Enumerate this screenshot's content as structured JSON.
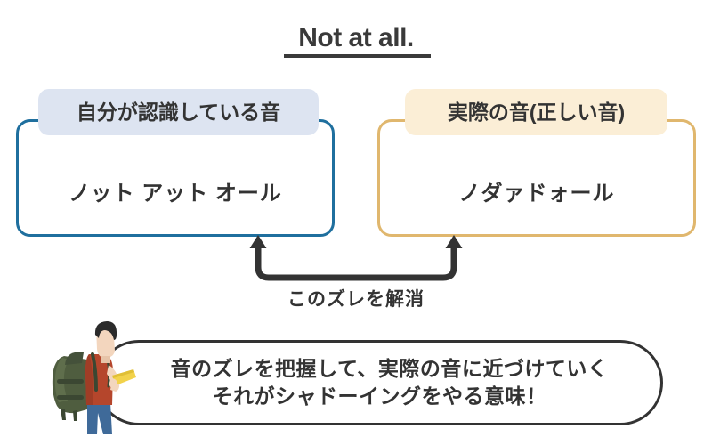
{
  "title": {
    "text": "Not at all.",
    "underlined": true
  },
  "compare": {
    "left": {
      "header": "自分が認識している音",
      "content": "ノット アット オール",
      "border_color": "#1f6f9e",
      "header_bg": "#dde4f1"
    },
    "right": {
      "header": "実際の音(正しい音)",
      "content": "ノダァドォール",
      "border_color": "#e0b76e",
      "header_bg": "#fbeed6"
    }
  },
  "gap": {
    "label": "このズレを解消",
    "arrow_color": "#333333",
    "arrow_direction": "double-up"
  },
  "bubble": {
    "line1": "音のズレを把握して、実際の音に近づけていく",
    "line2": "それがシャドーイングをやる意味！",
    "border_color": "#333333"
  },
  "character": {
    "name": "backpacker-reading-book",
    "hair_color": "#2b2b2b",
    "skin_color": "#f3d6be",
    "shirt_color": "#b5462c",
    "pants_color": "#3f6a99",
    "backpack_color": "#4f5d3f",
    "book_color": "#f2d24b"
  }
}
